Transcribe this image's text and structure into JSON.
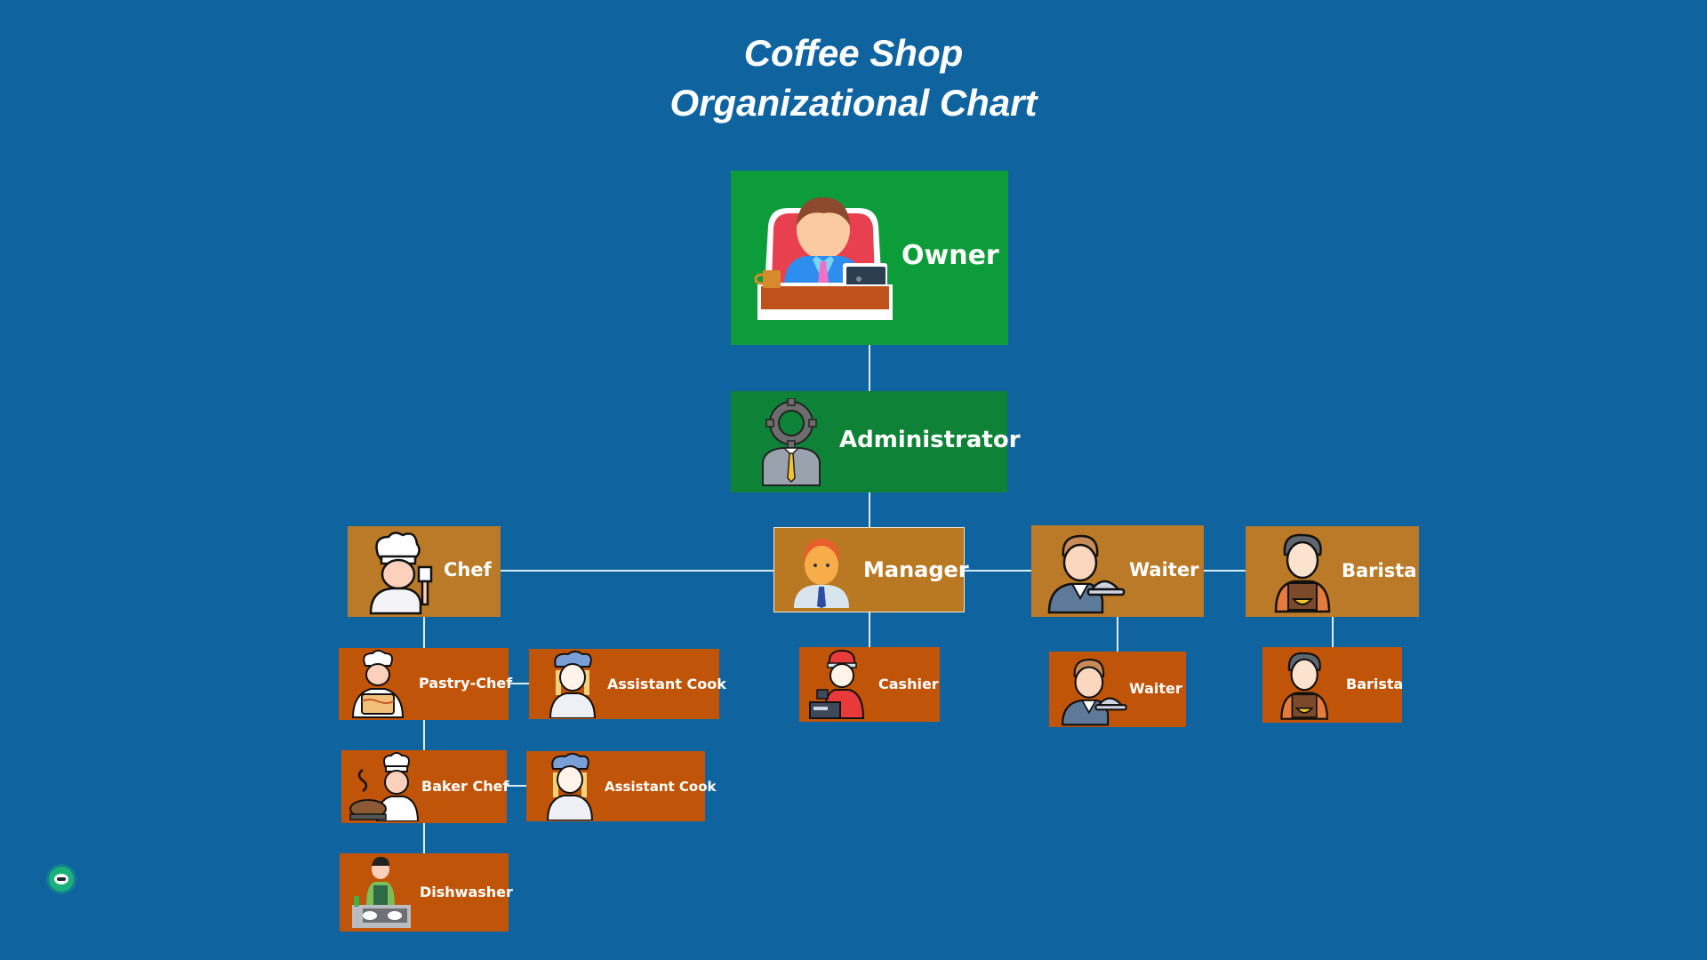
{
  "title": {
    "line1": "Coffee Shop",
    "line2": "Organizational Chart"
  },
  "colors": {
    "background": "#0f64a0",
    "owner": "#0d9c3a",
    "administrator": "#0e8236",
    "level2": "#bb7a27",
    "level3": "#c05408",
    "connector": "#d8ecf6"
  },
  "nodes": {
    "owner": {
      "label": "Owner",
      "icon": "owner-at-desk-icon"
    },
    "administrator": {
      "label": "Administrator",
      "icon": "gear-head-businessman-icon"
    },
    "chef": {
      "label": "Chef",
      "icon": "chef-with-spatula-icon"
    },
    "manager": {
      "label": "Manager",
      "icon": "manager-person-icon"
    },
    "waiter": {
      "label": "Waiter",
      "icon": "waiter-with-cloche-icon"
    },
    "barista": {
      "label": "Barista",
      "icon": "barista-with-coffee-icon"
    },
    "pastry_chef": {
      "label": "Pastry-Chef",
      "icon": "pastry-chef-cake-icon"
    },
    "assistant_cook_1": {
      "label": "Assistant Cook",
      "icon": "assistant-cook-icon"
    },
    "baker_chef": {
      "label": "Baker Chef",
      "icon": "baker-bread-icon"
    },
    "assistant_cook_2": {
      "label": "Assistant Cook",
      "icon": "assistant-cook-icon"
    },
    "dishwasher": {
      "label": "Dishwasher",
      "icon": "dishwasher-person-icon"
    },
    "cashier": {
      "label": "Cashier",
      "icon": "cashier-register-icon"
    },
    "waiter_2": {
      "label": "Waiter",
      "icon": "waiter-with-cloche-icon"
    },
    "barista_2": {
      "label": "Barista",
      "icon": "barista-with-coffee-icon"
    }
  },
  "hierarchy": [
    {
      "parent": "Owner",
      "children": [
        "Administrator"
      ]
    },
    {
      "parent": "Administrator",
      "children": [
        "Manager"
      ]
    },
    {
      "parent": "Manager",
      "children": [
        "Chef",
        "Waiter",
        "Barista",
        "Cashier"
      ]
    },
    {
      "parent": "Chef",
      "children": [
        "Pastry-Chef",
        "Baker Chef",
        "Dishwasher"
      ]
    },
    {
      "parent": "Pastry-Chef",
      "children": [
        "Assistant Cook"
      ]
    },
    {
      "parent": "Baker Chef",
      "children": [
        "Assistant Cook"
      ]
    },
    {
      "parent": "Waiter",
      "children": [
        "Waiter"
      ]
    },
    {
      "parent": "Barista",
      "children": [
        "Barista"
      ]
    }
  ],
  "widgets": {
    "assistant_bubble": "chatbot-icon"
  }
}
